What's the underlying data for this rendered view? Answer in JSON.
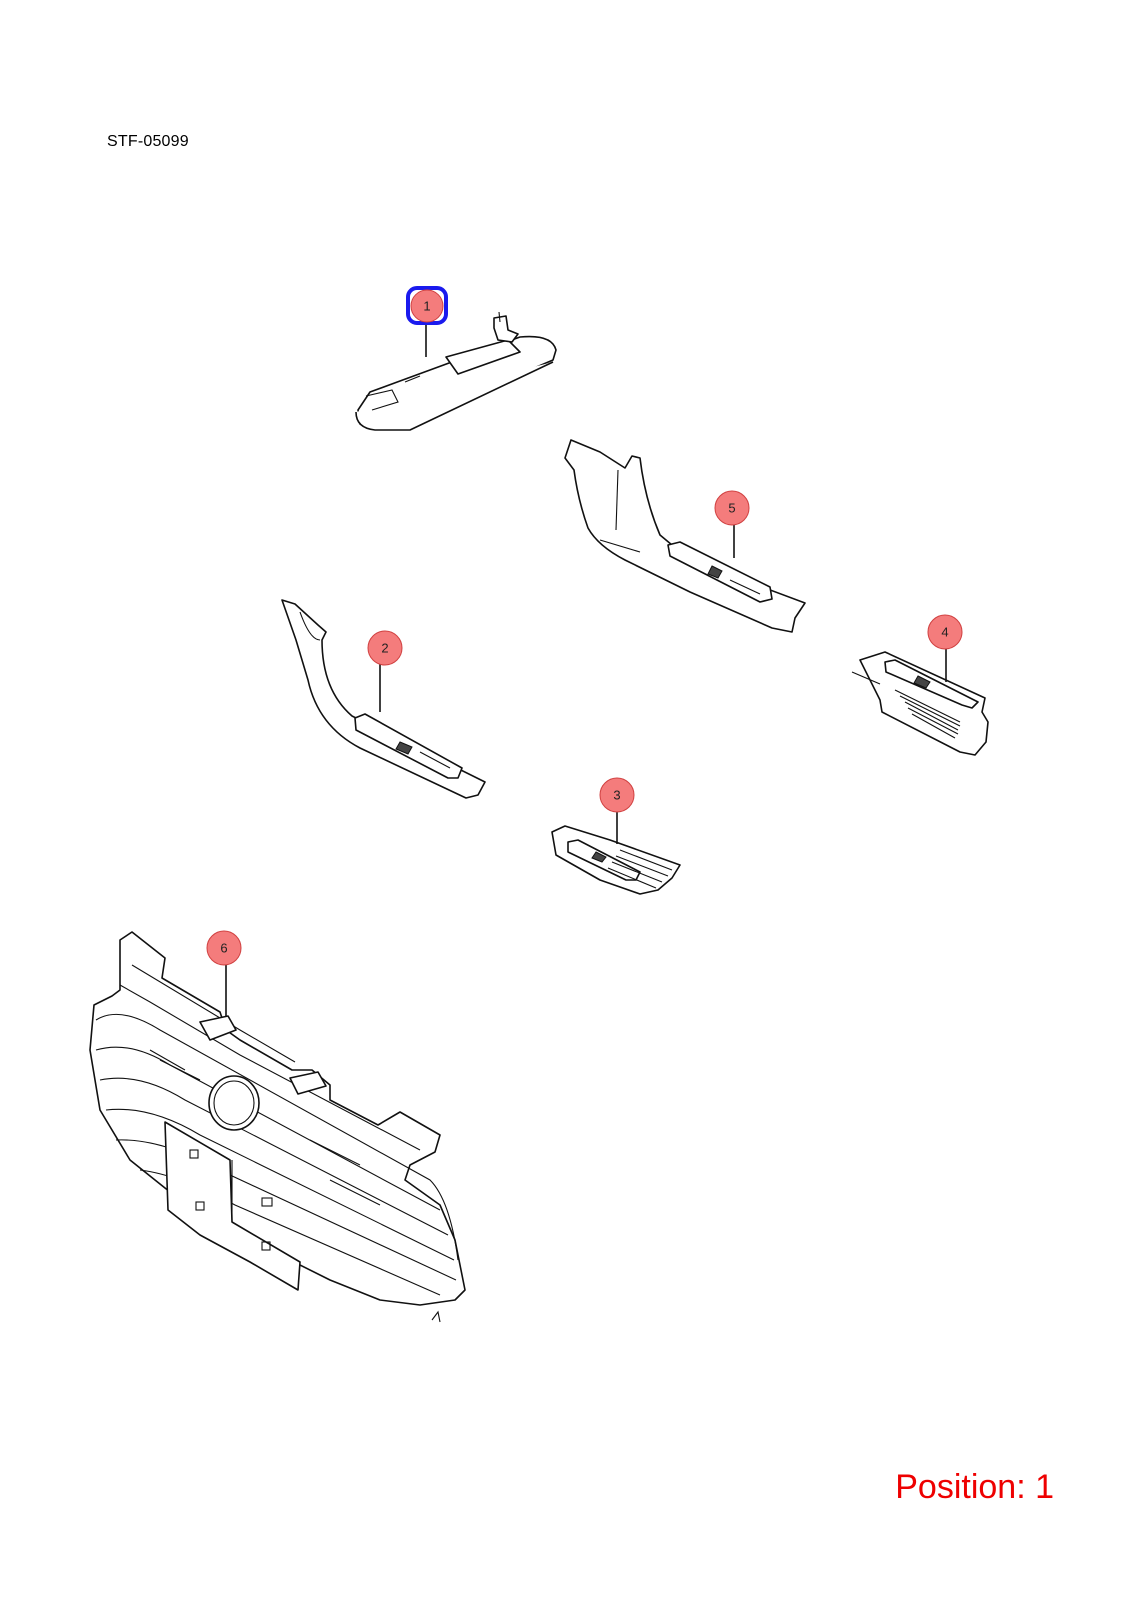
{
  "diagram": {
    "code": "STF-05099",
    "position_label": "Position: 1",
    "selected_callout": "1",
    "callouts": [
      "1",
      "2",
      "3",
      "4",
      "5",
      "6"
    ]
  },
  "colors": {
    "callout_fill": "#f47c7c",
    "selection": "#1a1aee",
    "position_text": "#ee0000"
  }
}
